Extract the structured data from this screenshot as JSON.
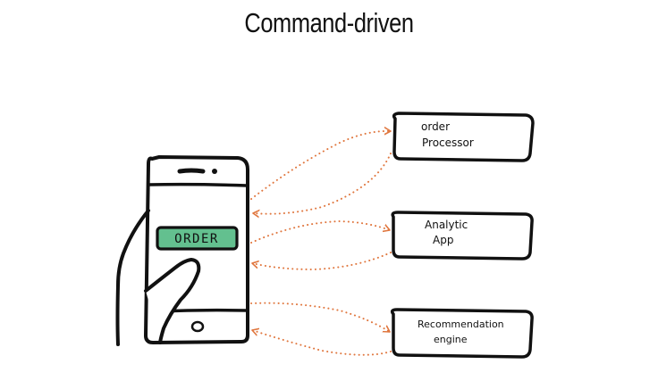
{
  "title": "Command-driven",
  "phone": {
    "button_label": "ORDER",
    "button_color": "#63c08f"
  },
  "services": [
    {
      "line1": "order",
      "line2": "Processor"
    },
    {
      "line1": "Analytic",
      "line2": "App"
    },
    {
      "line1": "Recommendation",
      "line2": "engine"
    }
  ],
  "colors": {
    "ink": "#111111",
    "arrow": "#e0773f"
  }
}
